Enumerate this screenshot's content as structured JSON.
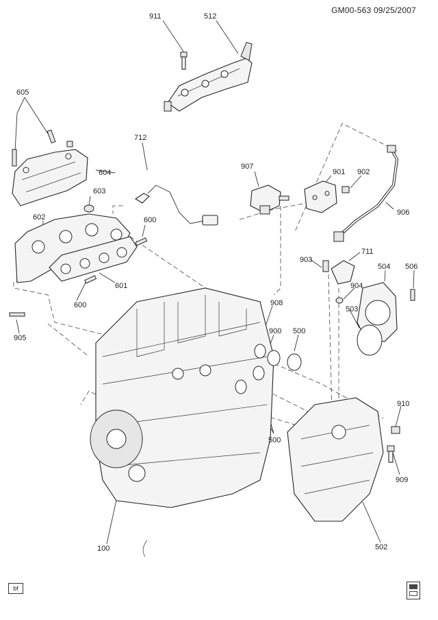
{
  "header": {
    "drawing_id": "GM00-563 09/25/2007"
  },
  "corner_label": "bf",
  "callouts": [
    {
      "id": "911",
      "text": "911"
    },
    {
      "id": "512",
      "text": "512"
    },
    {
      "id": "605",
      "text": "605"
    },
    {
      "id": "604",
      "text": "604"
    },
    {
      "id": "712",
      "text": "712"
    },
    {
      "id": "907",
      "text": "907"
    },
    {
      "id": "901",
      "text": "901"
    },
    {
      "id": "902",
      "text": "902"
    },
    {
      "id": "906",
      "text": "906"
    },
    {
      "id": "603",
      "text": "603"
    },
    {
      "id": "602",
      "text": "602"
    },
    {
      "id": "600a",
      "text": "600"
    },
    {
      "id": "601",
      "text": "601"
    },
    {
      "id": "600b",
      "text": "600"
    },
    {
      "id": "905",
      "text": "905"
    },
    {
      "id": "903",
      "text": "903"
    },
    {
      "id": "711",
      "text": "711"
    },
    {
      "id": "504",
      "text": "504"
    },
    {
      "id": "506",
      "text": "506"
    },
    {
      "id": "904",
      "text": "904"
    },
    {
      "id": "503",
      "text": "503"
    },
    {
      "id": "908",
      "text": "908"
    },
    {
      "id": "900",
      "text": "900"
    },
    {
      "id": "500a",
      "text": "500"
    },
    {
      "id": "500b",
      "text": "500"
    },
    {
      "id": "910",
      "text": "910"
    },
    {
      "id": "909",
      "text": "909"
    },
    {
      "id": "100",
      "text": "100"
    },
    {
      "id": "502",
      "text": "502"
    }
  ]
}
